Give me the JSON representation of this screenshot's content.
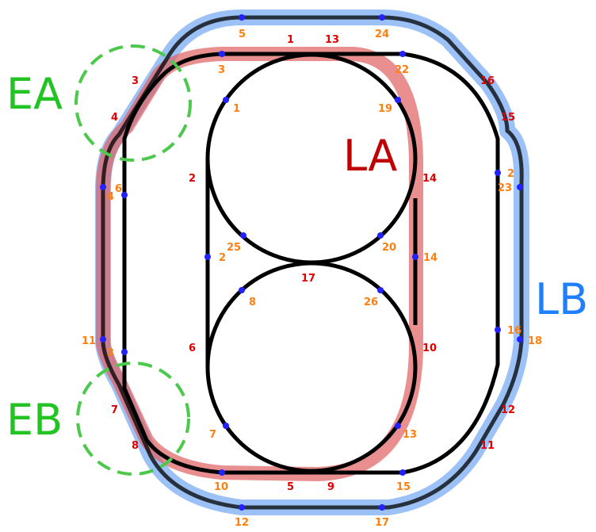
{
  "colors": {
    "track": "#000000",
    "loop_a": "#e06060",
    "loop_b": "#4a8ef0",
    "zone": "#4cc94c",
    "node": "#0000ff",
    "edge_label": "#e00000",
    "node_label": "#ff7f0e"
  },
  "regions": [
    {
      "id": "la",
      "text": "LA",
      "color": "#c00000"
    },
    {
      "id": "lb",
      "text": "LB",
      "color": "#1e7fff"
    },
    {
      "id": "ea",
      "text": "EA",
      "color": "#22c322"
    },
    {
      "id": "eb",
      "text": "EB",
      "color": "#22c322"
    }
  ],
  "edge_labels": [
    "1",
    "13",
    "3",
    "4",
    "2",
    "6",
    "7",
    "8",
    "5",
    "9",
    "10",
    "11",
    "12",
    "14",
    "15",
    "16",
    "17"
  ],
  "node_labels": [
    "5",
    "24",
    "3",
    "22",
    "1",
    "19",
    "6",
    "4",
    "25",
    "2",
    "20",
    "14",
    "8",
    "26",
    "11",
    "3",
    "7",
    "13",
    "10",
    "15",
    "12",
    "17",
    "2",
    "23",
    "16",
    "18"
  ]
}
